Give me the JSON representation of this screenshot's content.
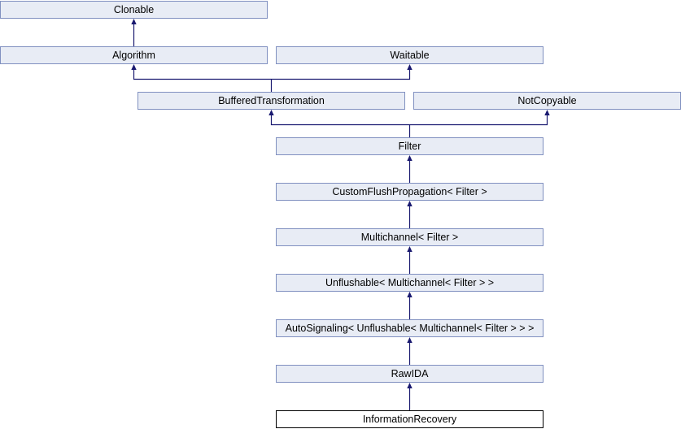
{
  "diagram": {
    "type": "class-inheritance-graph",
    "selected_class": "InformationRecovery"
  },
  "nodes": [
    {
      "label": "Clonable",
      "selected": false
    },
    {
      "label": "Algorithm",
      "selected": false
    },
    {
      "label": "Waitable",
      "selected": false
    },
    {
      "label": "BufferedTransformation",
      "selected": false
    },
    {
      "label": "NotCopyable",
      "selected": false
    },
    {
      "label": "Filter",
      "selected": false
    },
    {
      "label": "CustomFlushPropagation< Filter >",
      "selected": false
    },
    {
      "label": "Multichannel< Filter >",
      "selected": false
    },
    {
      "label": "Unflushable< Multichannel< Filter > >",
      "selected": false
    },
    {
      "label": "AutoSignaling< Unflushable< Multichannel< Filter > > >",
      "selected": false
    },
    {
      "label": "RawIDA",
      "selected": false
    },
    {
      "label": "InformationRecovery",
      "selected": true
    }
  ],
  "edges": [
    {
      "child": "Algorithm",
      "parent": "Clonable"
    },
    {
      "child": "BufferedTransformation",
      "parent": "Algorithm"
    },
    {
      "child": "BufferedTransformation",
      "parent": "Waitable"
    },
    {
      "child": "Filter",
      "parent": "BufferedTransformation"
    },
    {
      "child": "Filter",
      "parent": "NotCopyable"
    },
    {
      "child": "CustomFlushPropagation< Filter >",
      "parent": "Filter"
    },
    {
      "child": "Multichannel< Filter >",
      "parent": "CustomFlushPropagation< Filter >"
    },
    {
      "child": "Unflushable< Multichannel< Filter > >",
      "parent": "Multichannel< Filter >"
    },
    {
      "child": "AutoSignaling< Unflushable< Multichannel< Filter > > >",
      "parent": "Unflushable< Multichannel< Filter > >"
    },
    {
      "child": "RawIDA",
      "parent": "AutoSignaling< Unflushable< Multichannel< Filter > > >"
    },
    {
      "child": "InformationRecovery",
      "parent": "RawIDA"
    }
  ],
  "colors": {
    "box_fill": "#e8ecf5",
    "box_border": "#8090c0",
    "arrow": "#191970",
    "selected_fill": "#ffffff",
    "selected_border": "#000000",
    "text": "#000000",
    "background": "#ffffff"
  }
}
